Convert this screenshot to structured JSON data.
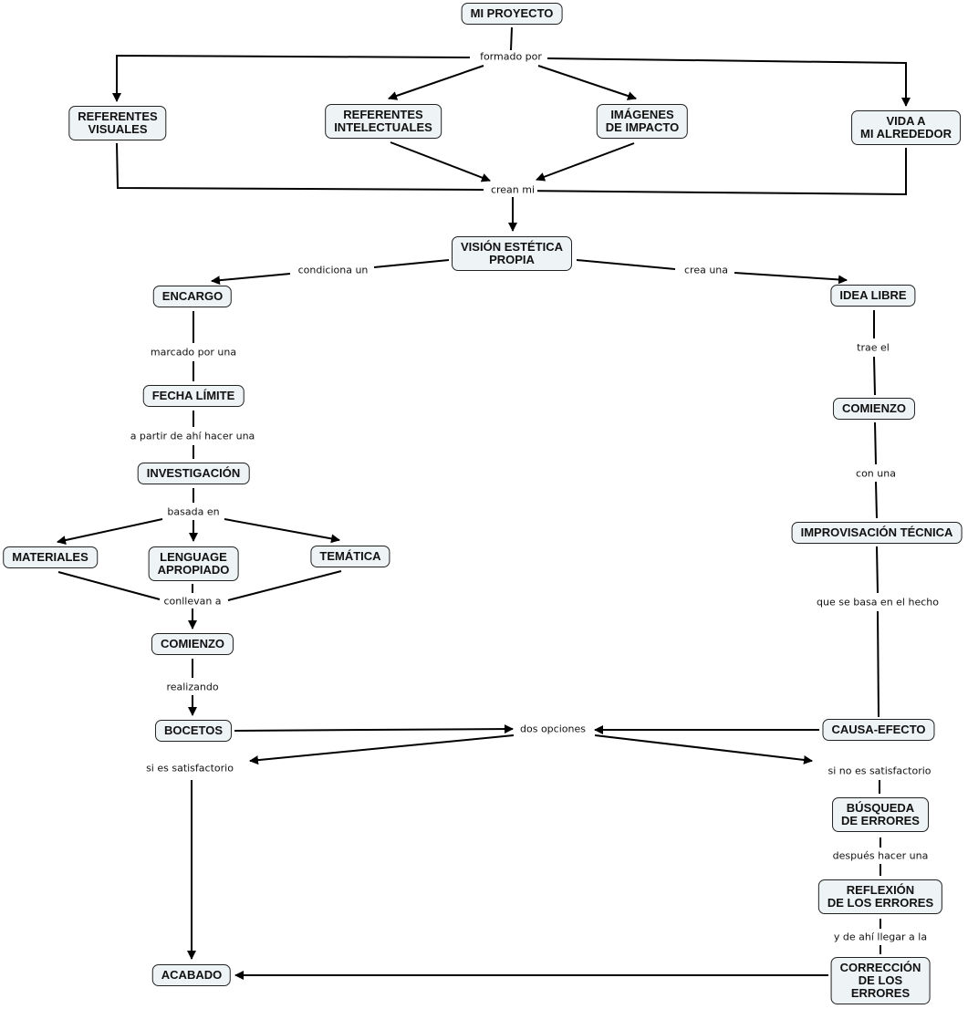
{
  "concept_map": {
    "concepts": {
      "mi_proyecto": "MI PROYECTO",
      "referentes_visuales": "REFERENTES\nVISUALES",
      "referentes_intelectuales": "REFERENTES\nINTELECTUALES",
      "imagenes_de_impacto": "IMÁGENES\nDE IMPACTO",
      "vida_a_mi_alrededor": "VIDA A\nMI ALREDEDOR",
      "vision_estetica_propia": "VISIÓN ESTÉTICA\nPROPIA",
      "encargo": "ENCARGO",
      "idea_libre": "IDEA LIBRE",
      "fecha_limite": "FECHA LÍMITE",
      "investigacion": "INVESTIGACIÓN",
      "materiales": "MATERIALES",
      "lenguage_apropiado": "LENGUAGE\nAPROPIADO",
      "tematica": "TEMÁTICA",
      "comienzo_left": "COMIENZO",
      "bocetos": "BOCETOS",
      "acabado": "ACABADO",
      "comienzo_right": "COMIENZO",
      "improvisacion_tecnica": "IMPROVISACIÓN TÉCNICA",
      "causa_efecto": "CAUSA-EFECTO",
      "busqueda_de_errores": "BÚSQUEDA\nDE ERRORES",
      "reflexion_de_los_errores": "REFLEXIÓN\nDE LOS ERRORES",
      "correccion_de_los_errores": "CORRECCIÓN\nDE LOS\nERRORES"
    },
    "linking_phrases": {
      "formado_por": "formado por",
      "crean_mi": "crean mi",
      "condiciona_un": "condiciona un",
      "crea_una": "crea una",
      "marcado_por_una": "marcado por una",
      "a_partir_de_ahi": "a partir de ahí hacer una",
      "basada_en": "basada en",
      "conllevan_a": "conllevan a",
      "realizando": "realizando",
      "dos_opciones": "dos opciones",
      "si_es_satisfactorio": "si es satisfactorio",
      "si_no_es_satisfactorio": "si no es satisfactorio",
      "trae_el": "trae el",
      "con_una": "con una",
      "que_se_basa": "que se basa en el hecho",
      "despues_hacer_una": "después hacer una",
      "y_de_ahi_llegar": "y de ahí llegar a la"
    },
    "colors": {
      "node_fill": "#eef3f5",
      "node_border": "#222222",
      "line": "#000000"
    }
  }
}
